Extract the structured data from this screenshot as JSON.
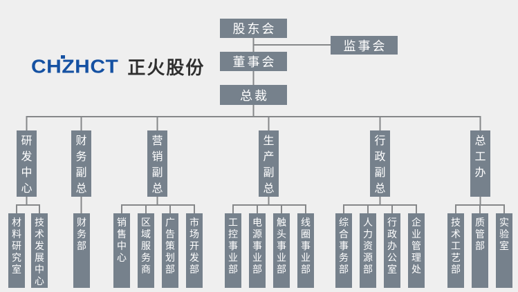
{
  "brand": {
    "wordmark": "CHZHCT",
    "name_cn": "正火股份"
  },
  "colors": {
    "background": "#efefef",
    "node_bg": "#76818c",
    "node_text": "#ffffff",
    "line_color": "#858789",
    "brand_blue": "#1551a2",
    "brand_dark": "#2f2f2f"
  },
  "chart": {
    "top": {
      "shareholders": "股东会",
      "supervisory": "监事会",
      "board": "董事会",
      "ceo": "总裁"
    },
    "branches": [
      {
        "label": "研发中心",
        "children": [
          "材料研究室",
          "技术发展中心"
        ]
      },
      {
        "label": "财务副总",
        "children": [
          "财务部"
        ]
      },
      {
        "label": "营销副总",
        "children": [
          "销售中心",
          "区域服务商",
          "广告策划部",
          "市场开发部"
        ]
      },
      {
        "label": "生产副总",
        "children": [
          "工控事业部",
          "电源事业部",
          "触头事业部",
          "线圈事业部"
        ]
      },
      {
        "label": "行政副总",
        "children": [
          "综合事务部",
          "人力资源部",
          "行政办公室",
          "企业管理处"
        ]
      },
      {
        "label": "总工办",
        "children": [
          "技术工艺部",
          "质管部",
          "实验室"
        ]
      }
    ]
  }
}
